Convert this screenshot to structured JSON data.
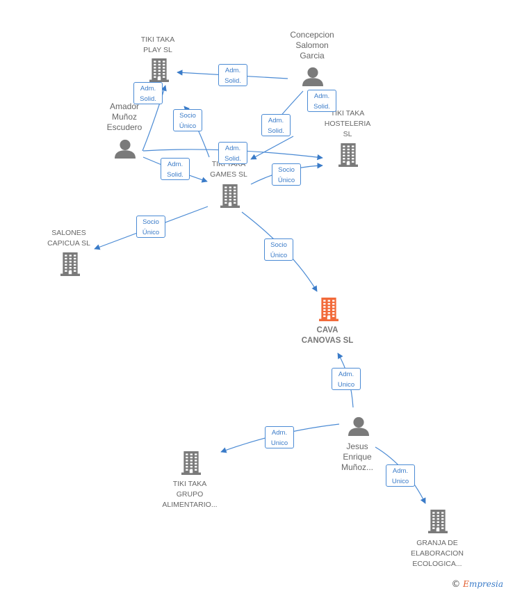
{
  "nodes": {
    "tiki_taka_play": {
      "label": "TIKI TAKA\nPLAY  SL",
      "type": "company"
    },
    "concepcion": {
      "label": "Concepcion\nSalomon\nGarcia",
      "type": "person"
    },
    "amador": {
      "label": "Amador\nMuñoz\nEscudero",
      "type": "person"
    },
    "tiki_taka_hosteleria": {
      "label": "TIKI TAKA\nHOSTELERIA\nSL",
      "type": "company"
    },
    "tiki_taka_games": {
      "label": "TIKI TAKA\nGAMES  SL",
      "type": "company"
    },
    "salones_capicua": {
      "label": "SALONES\nCAPICUA  SL",
      "type": "company"
    },
    "cava_canovas": {
      "label": "CAVA\nCANOVAS  SL",
      "type": "company-focus"
    },
    "jesus": {
      "label": "Jesus\nEnrique\nMuñoz...",
      "type": "person"
    },
    "tiki_taka_grupo": {
      "label": "TIKI TAKA\nGRUPO\nALIMENTARIO...",
      "type": "company"
    },
    "granja": {
      "label": "GRANJA DE\nELABORACION\nECOLOGICA...",
      "type": "company"
    }
  },
  "edges": [
    {
      "from": "concepcion",
      "to": "tiki_taka_play",
      "label": "Adm.\nSolid."
    },
    {
      "from": "amador",
      "to": "tiki_taka_play",
      "label": "Adm.\nSolid."
    },
    {
      "from": "tiki_taka_games",
      "to": "tiki_taka_play",
      "label": "Socio\nÚnico"
    },
    {
      "from": "concepcion",
      "to": "tiki_taka_hosteleria",
      "label": "Adm.\nSolid."
    },
    {
      "from": "concepcion",
      "to": "tiki_taka_games",
      "label": "Adm.\nSolid."
    },
    {
      "from": "amador",
      "to": "tiki_taka_hosteleria",
      "label": "Adm.\nSolid."
    },
    {
      "from": "amador",
      "to": "tiki_taka_games",
      "label": "Adm.\nSolid."
    },
    {
      "from": "tiki_taka_games",
      "to": "tiki_taka_hosteleria",
      "label": "Socio\nÚnico"
    },
    {
      "from": "tiki_taka_games",
      "to": "salones_capicua",
      "label": "Socio\nÚnico"
    },
    {
      "from": "tiki_taka_games",
      "to": "cava_canovas",
      "label": "Socio\nÚnico"
    },
    {
      "from": "jesus",
      "to": "cava_canovas",
      "label": "Adm.\nUnico"
    },
    {
      "from": "jesus",
      "to": "tiki_taka_grupo",
      "label": "Adm.\nUnico"
    },
    {
      "from": "jesus",
      "to": "granja",
      "label": "Adm.\nUnico"
    }
  ],
  "colors": {
    "edge": "#4a8ad4",
    "company": "#7a7a7a",
    "focus": "#f26a3a",
    "person": "#7a7a7a"
  },
  "brand": {
    "symbol": "©",
    "name": "mpresia",
    "initial": "E"
  }
}
